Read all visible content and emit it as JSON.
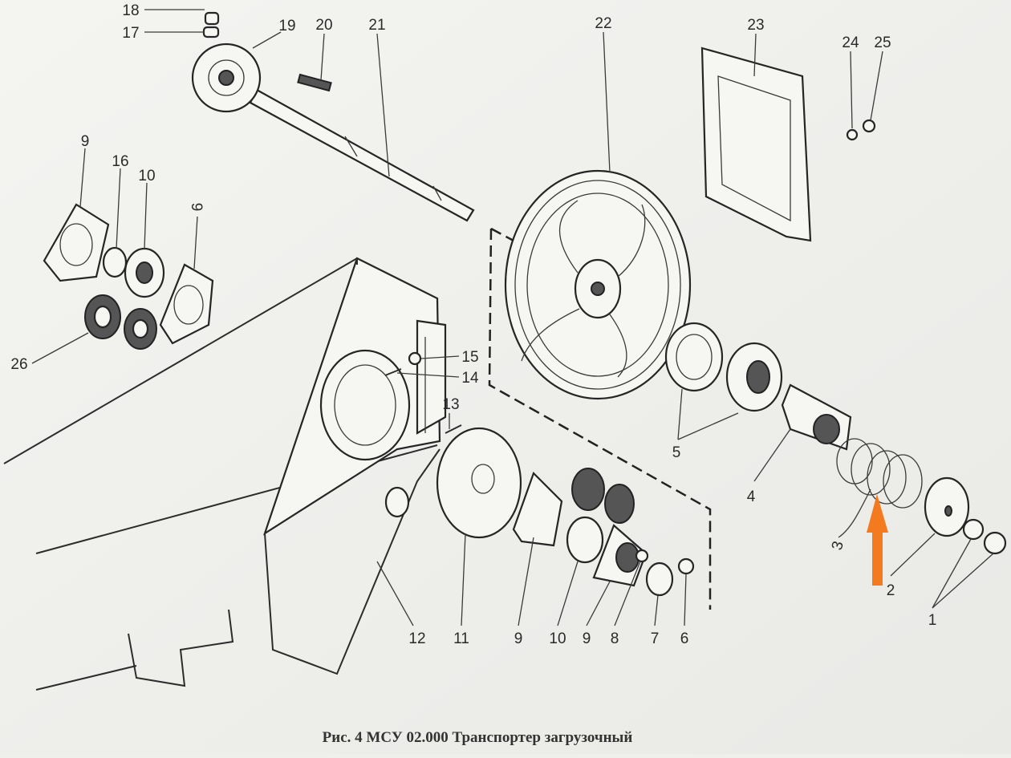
{
  "caption": "Рис. 4   МСУ 02.000   Транспортер загрузочный",
  "labels": {
    "l1": "1",
    "l2": "2",
    "l3": "3",
    "l4": "4",
    "l5": "5",
    "l6": "6",
    "l7": "7",
    "l8": "8",
    "l9": "9",
    "l10": "10",
    "l11": "11",
    "l12": "12",
    "l13": "13",
    "l14": "14",
    "l15": "15",
    "l16": "16",
    "l17": "17",
    "l18": "18",
    "l19": "19",
    "l20": "20",
    "l21": "21",
    "l22": "22",
    "l23": "23",
    "l24": "24",
    "l25": "25",
    "l26": "26"
  },
  "annotation": {
    "arrow_color": "#f47a20",
    "points_to": "3"
  }
}
